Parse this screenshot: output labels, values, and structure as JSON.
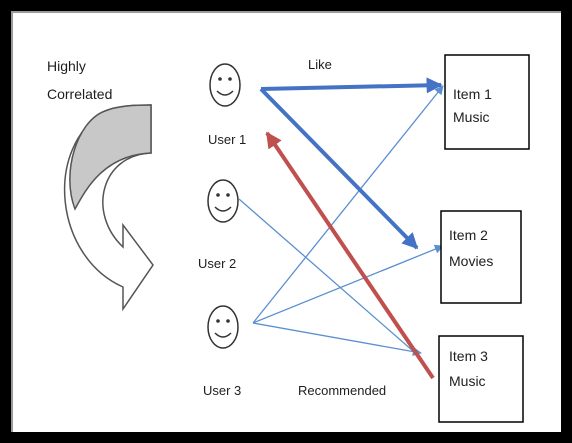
{
  "left_note": {
    "line1": "Highly",
    "line2": "Correlated"
  },
  "users": [
    {
      "label": "User 1",
      "icon": "smiley-face-icon"
    },
    {
      "label": "User 2",
      "icon": "smiley-face-icon"
    },
    {
      "label": "User 3",
      "icon": "smiley-face-icon"
    }
  ],
  "items": [
    {
      "line1": "Item 1",
      "line2": "Music"
    },
    {
      "line1": "Item 2",
      "line2": "Movies"
    },
    {
      "line1": "Item 3",
      "line2": "Music"
    }
  ],
  "edges": {
    "like_label": "Like",
    "recommended_label": "Recommended"
  },
  "colors": {
    "like": "#4472c4",
    "thin": "#5b8fd0",
    "recommended": "#c0504d",
    "arrow_fill": "#c8c8c8"
  }
}
